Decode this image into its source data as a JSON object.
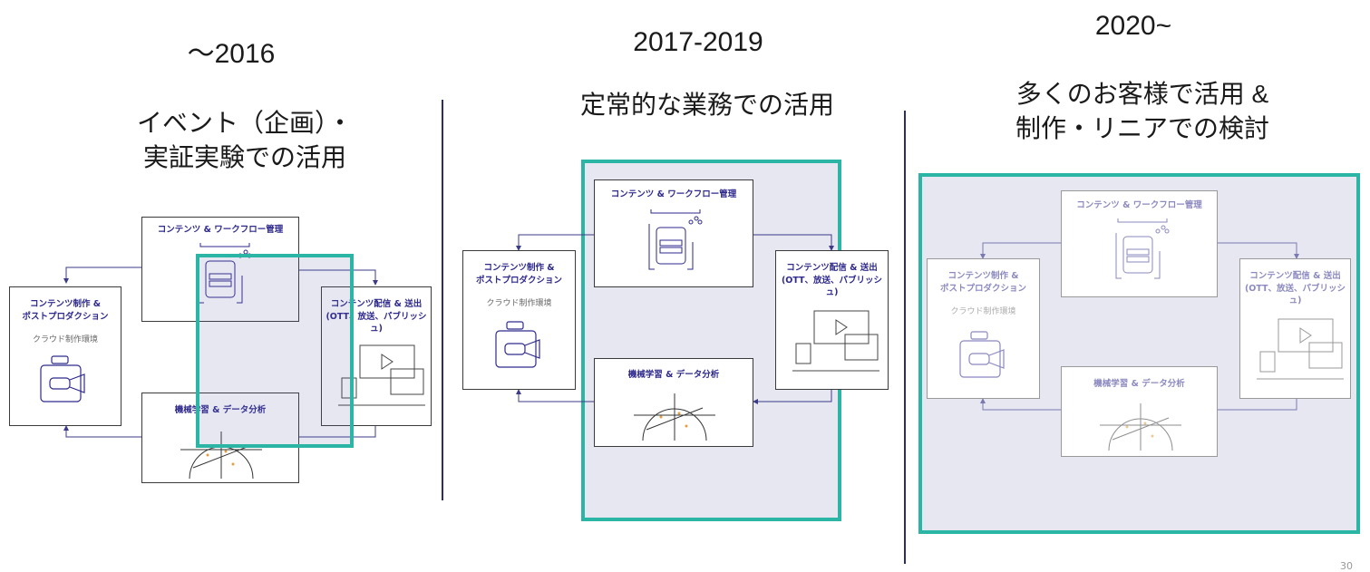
{
  "stages": [
    {
      "period": "～2016",
      "lines": [
        "イベント（企画）・",
        "実証実験での活用"
      ]
    },
    {
      "period": "2017-2019",
      "lines": [
        "定常的な業務での活用"
      ]
    },
    {
      "period": "2020~",
      "lines": [
        "多くのお客様で活用 &",
        "制作・リニアでの検討"
      ]
    }
  ],
  "diagram": {
    "workflow_title": "コンテンツ & ワークフロー管理",
    "production_title_1": "コンテンツ制作 &",
    "production_title_2": "ポストプロダクション",
    "production_note": "クラウド制作環境",
    "delivery_title_1": "コンテンツ配信 & 送出",
    "delivery_title_2": "(OTT、放送、パブリッシュ)",
    "ml_title": "機械学習 & データ分析"
  },
  "colors": {
    "highlight_border": "#2bb5a5",
    "highlight_fill": "#d9d9ee",
    "divider": "#2b2d6e",
    "box_title": "#2e2a8c"
  },
  "page_number": "30"
}
